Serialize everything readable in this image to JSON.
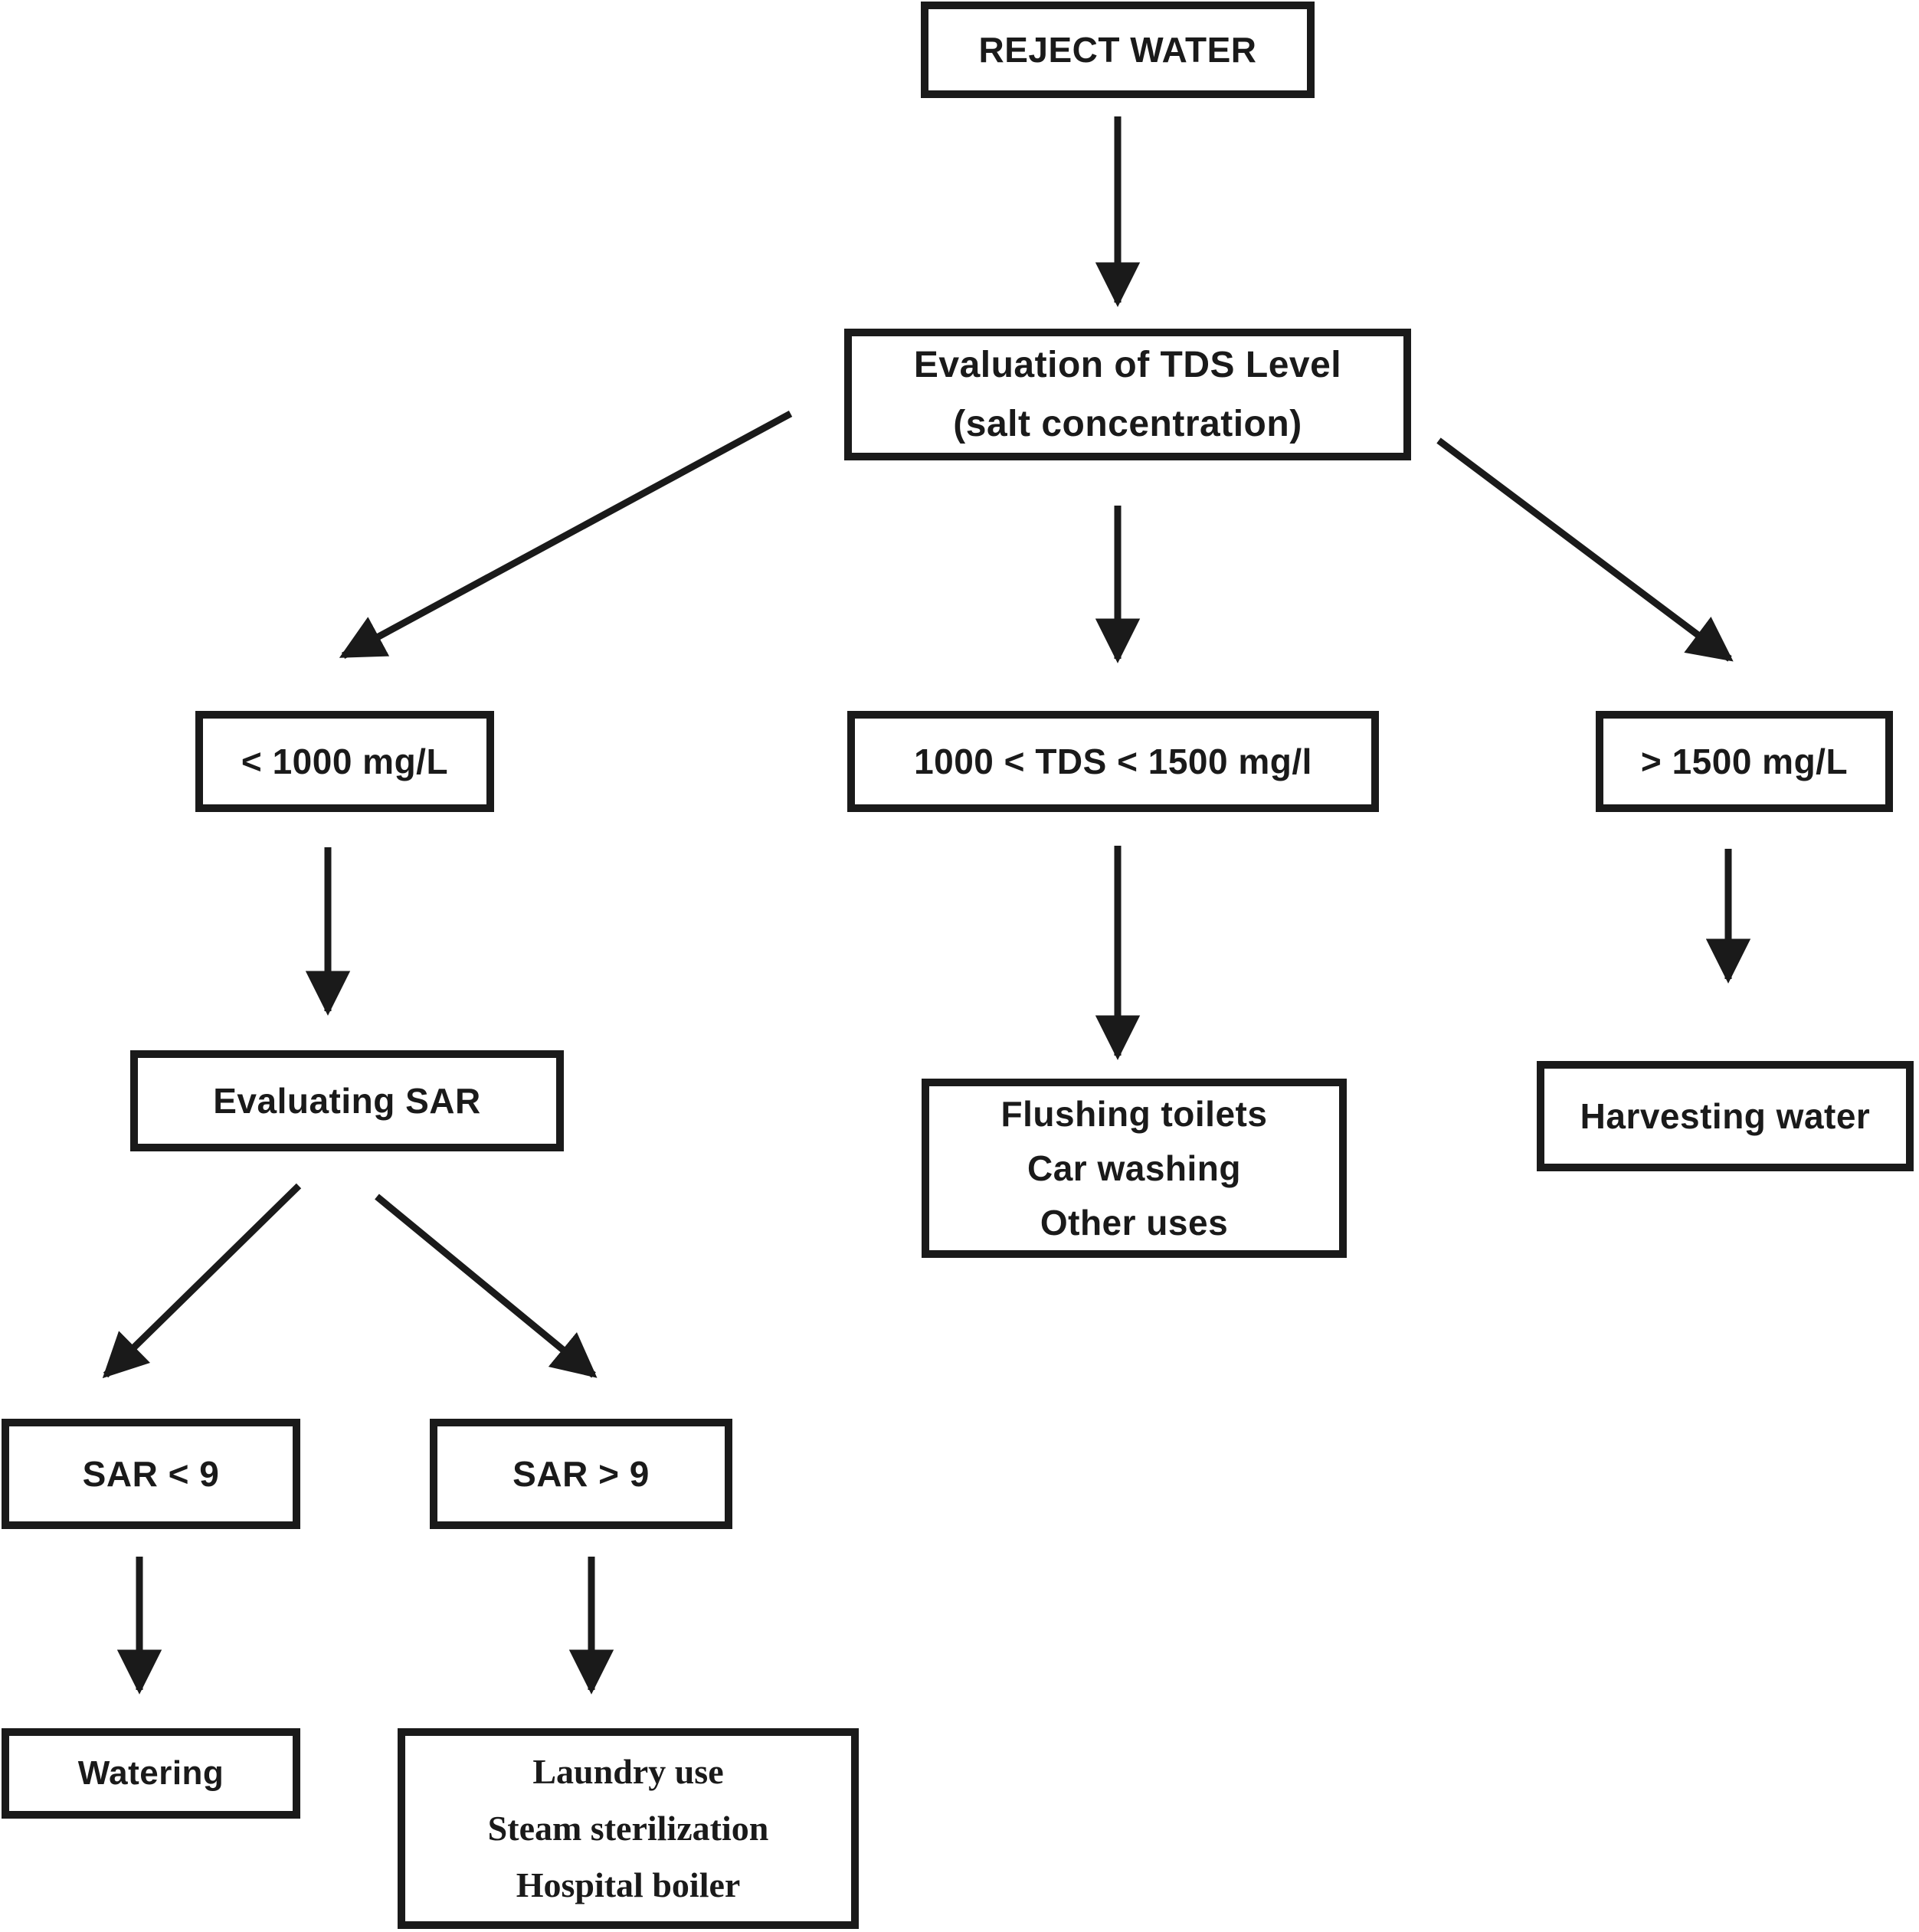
{
  "colors": {
    "ink": "#1a1a1a",
    "background": "#ffffff"
  },
  "nodes": {
    "reject_water": {
      "label": "REJECT WATER"
    },
    "tds_eval": {
      "lines": [
        "Evaluation of TDS Level",
        "(salt concentration)"
      ]
    },
    "lt_1000": {
      "label": "< 1000 mg/L"
    },
    "tds_1000_1500": {
      "label": "1000 < TDS < 1500 mg/l"
    },
    "gt_1500": {
      "label": "> 1500 mg/L"
    },
    "evaluating_sar": {
      "label": "Evaluating SAR"
    },
    "flushing": {
      "lines": [
        "Flushing toilets",
        "Car washing",
        "Other uses"
      ]
    },
    "harvesting": {
      "label": "Harvesting water"
    },
    "sar_lt_9": {
      "label": "SAR < 9"
    },
    "sar_gt_9": {
      "label": "SAR > 9"
    },
    "watering": {
      "label": "Watering"
    },
    "laundry": {
      "lines": [
        "Laundry use",
        "Steam sterilization",
        "Hospital boiler"
      ]
    }
  },
  "edges": [
    {
      "from": "reject_water",
      "to": "tds_eval"
    },
    {
      "from": "tds_eval",
      "to": "lt_1000"
    },
    {
      "from": "tds_eval",
      "to": "tds_1000_1500"
    },
    {
      "from": "tds_eval",
      "to": "gt_1500"
    },
    {
      "from": "lt_1000",
      "to": "evaluating_sar"
    },
    {
      "from": "tds_1000_1500",
      "to": "flushing"
    },
    {
      "from": "gt_1500",
      "to": "harvesting"
    },
    {
      "from": "evaluating_sar",
      "to": "sar_lt_9"
    },
    {
      "from": "evaluating_sar",
      "to": "sar_gt_9"
    },
    {
      "from": "sar_lt_9",
      "to": "watering"
    },
    {
      "from": "sar_gt_9",
      "to": "laundry"
    }
  ]
}
